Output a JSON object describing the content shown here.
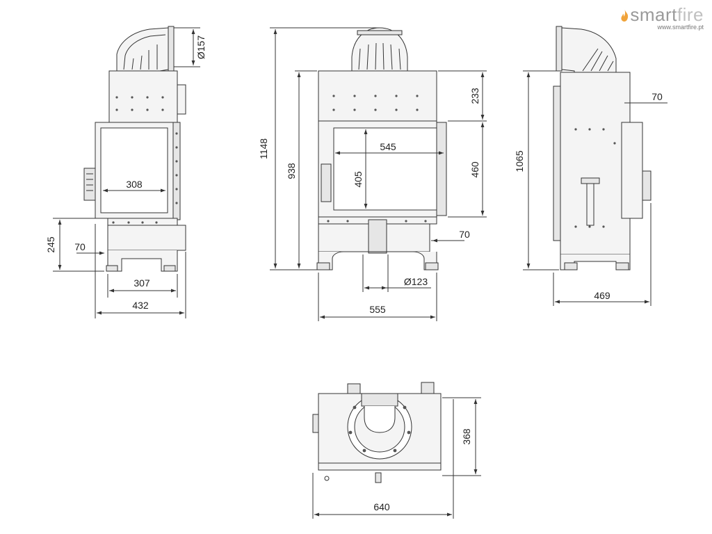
{
  "brand": {
    "name_part1": "smart",
    "name_part2": "fire",
    "url": "www.smartfire.pt",
    "colors": {
      "flame": "#f0a33a",
      "text": "#9a9a9a"
    }
  },
  "drawing": {
    "colors": {
      "line": "#333333",
      "fill": "#f4f4f4",
      "panel": "#e6e6e6"
    },
    "front_view": {
      "dim_diameter_outlet": "Ø157",
      "dim_glass_width": "308",
      "dim_leg_height": "245",
      "dim_leg_offset": "70",
      "dim_base_width": "307",
      "dim_total_width": "432"
    },
    "center_view": {
      "dim_total_height": "1148",
      "dim_body_height": "938",
      "dim_top_height": "233",
      "dim_glass_width": "545",
      "dim_glass_height": "405",
      "dim_door_height": "460",
      "dim_air_offset": "70",
      "dim_air_diameter": "Ø123",
      "dim_total_width": "555"
    },
    "side_view": {
      "dim_frame_depth": "70",
      "dim_height": "1065",
      "dim_depth": "469"
    },
    "top_view": {
      "dim_depth": "368",
      "dim_width": "640"
    }
  }
}
